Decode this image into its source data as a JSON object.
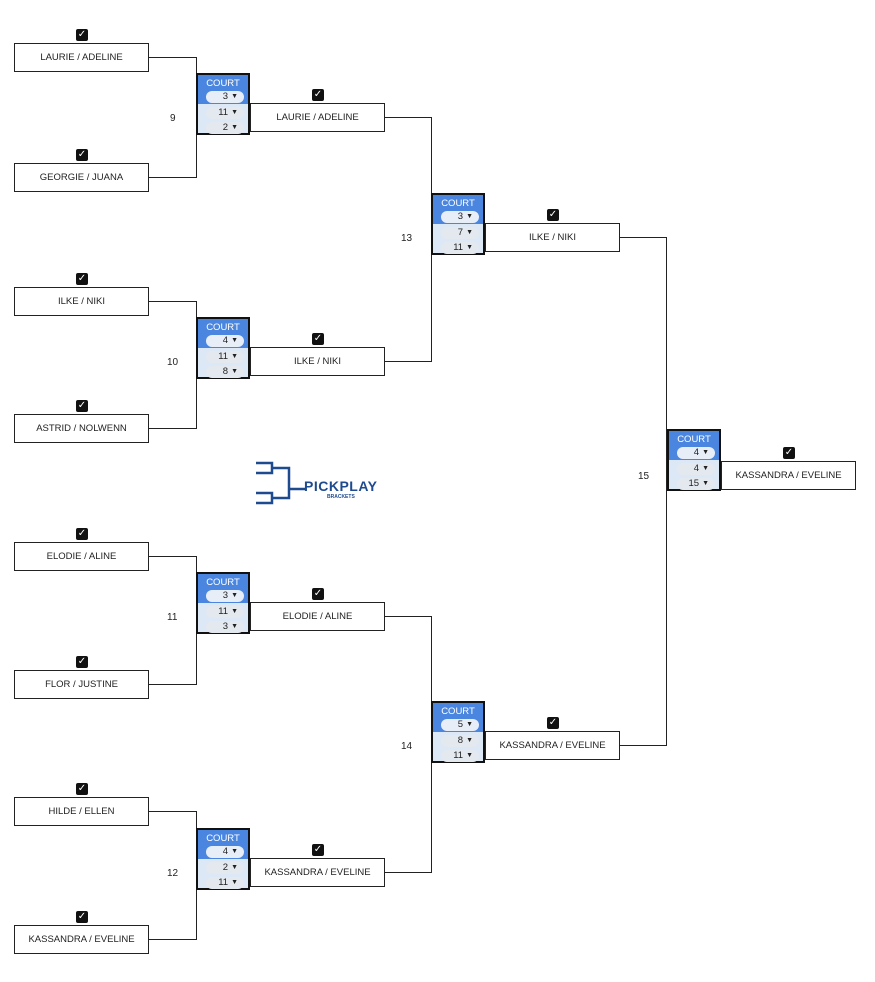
{
  "round1": [
    {
      "name": "LAURIE / ADELINE",
      "checked": true
    },
    {
      "name": "GEORGIE / JUANA",
      "checked": true
    },
    {
      "name": "ILKE / NIKI",
      "checked": true
    },
    {
      "name": "ASTRID / NOLWENN",
      "checked": true
    },
    {
      "name": "ELODIE / ALINE",
      "checked": true
    },
    {
      "name": "FLOR / JUSTINE",
      "checked": true
    },
    {
      "name": "HILDE / ELLEN",
      "checked": true
    },
    {
      "name": "KASSANDRA / EVELINE",
      "checked": true
    }
  ],
  "matches": [
    {
      "number": "9",
      "court_label": "COURT",
      "court": "3",
      "score1": "11",
      "score2": "2",
      "winner": "LAURIE / ADELINE"
    },
    {
      "number": "10",
      "court_label": "COURT",
      "court": "4",
      "score1": "11",
      "score2": "8",
      "winner": "ILKE / NIKI"
    },
    {
      "number": "11",
      "court_label": "COURT",
      "court": "3",
      "score1": "11",
      "score2": "3",
      "winner": "ELODIE / ALINE"
    },
    {
      "number": "12",
      "court_label": "COURT",
      "court": "4",
      "score1": "2",
      "score2": "11",
      "winner": "KASSANDRA / EVELINE"
    },
    {
      "number": "13",
      "court_label": "COURT",
      "court": "3",
      "score1": "7",
      "score2": "11",
      "winner": "ILKE / NIKI"
    },
    {
      "number": "14",
      "court_label": "COURT",
      "court": "5",
      "score1": "8",
      "score2": "11",
      "winner": "KASSANDRA / EVELINE"
    },
    {
      "number": "15",
      "court_label": "COURT",
      "court": "4",
      "score1": "4",
      "score2": "15",
      "winner": "KASSANDRA / EVELINE"
    }
  ],
  "logo": {
    "title": "PICKPLAY",
    "subtitle": "BRACKETS"
  },
  "icons": {
    "check": "✓",
    "dropdown": "▼"
  },
  "colors": {
    "court_header": "#4a86e0",
    "court_body": "#dde8f6",
    "logo": "#1e4b8f"
  }
}
